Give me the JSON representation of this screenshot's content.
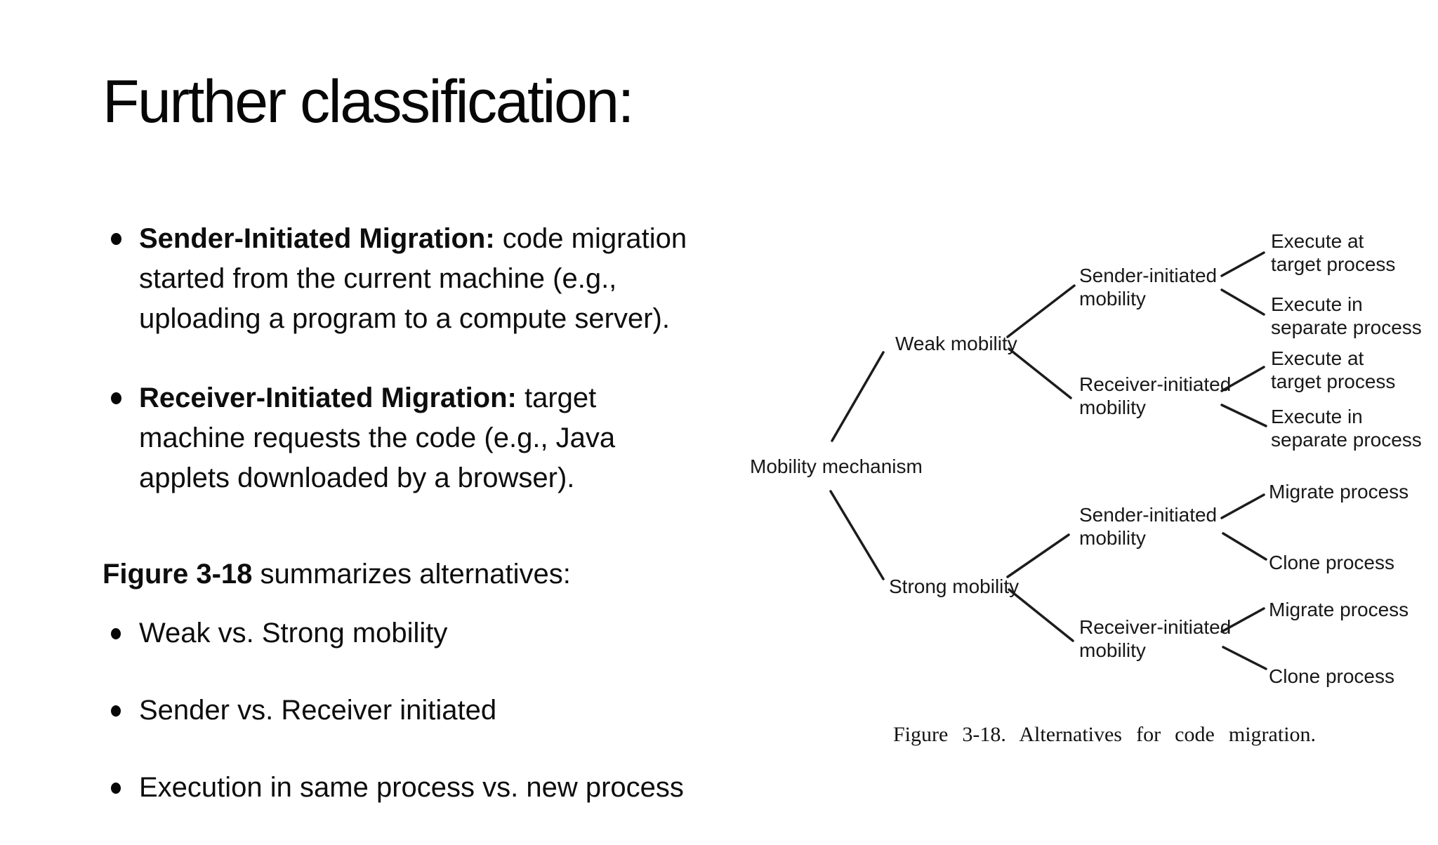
{
  "slide": {
    "title": "Further classification:",
    "bullets_main": [
      {
        "bold": "Sender-Initiated Migration:",
        "rest": " code migration\nstarted from the current machine (e.g.,\nuploading a program to a compute server)."
      },
      {
        "bold": "Receiver-Initiated Migration:",
        "rest": " target\nmachine requests the code (e.g., Java\napplets downloaded by a browser)."
      }
    ],
    "figure_intro": {
      "bold": "Figure 3-18",
      "rest": " summarizes alternatives:"
    },
    "bullets_summary": [
      "Weak vs. Strong mobility",
      "Sender vs. Receiver initiated",
      "Execution in same process vs. new process"
    ]
  },
  "diagram": {
    "labels": {
      "root": "Mobility mechanism",
      "weak": "Weak mobility",
      "strong": "Strong mobility",
      "weak_sender": "Sender-initiated\nmobility",
      "weak_receiver": "Receiver-initiated\nmobility",
      "strong_sender": "Sender-initiated\nmobility",
      "strong_receiver": "Receiver-initiated\nmobility",
      "weak_sender_opt1": "Execute at\ntarget process",
      "weak_sender_opt2": "Execute in\nseparate process",
      "weak_receiver_opt1": "Execute at\ntarget process",
      "weak_receiver_opt2": "Execute in\nseparate process",
      "strong_sender_opt1": "Migrate process",
      "strong_sender_opt2": "Clone process",
      "strong_receiver_opt1": "Migrate process",
      "strong_receiver_opt2": "Clone process"
    },
    "structure": {
      "root": "Mobility mechanism",
      "children": [
        {
          "label": "Weak mobility",
          "children": [
            {
              "label": "Sender-initiated mobility",
              "children": [
                "Execute at target process",
                "Execute in separate process"
              ]
            },
            {
              "label": "Receiver-initiated mobility",
              "children": [
                "Execute at target process",
                "Execute in separate process"
              ]
            }
          ]
        },
        {
          "label": "Strong mobility",
          "children": [
            {
              "label": "Sender-initiated mobility",
              "children": [
                "Migrate process",
                "Clone process"
              ]
            },
            {
              "label": "Receiver-initiated mobility",
              "children": [
                "Migrate process",
                "Clone process"
              ]
            }
          ]
        }
      ]
    },
    "edges": [
      [
        1185,
        628,
        1258,
        502
      ],
      [
        1183,
        700,
        1258,
        825
      ],
      [
        1435,
        480,
        1530,
        407
      ],
      [
        1437,
        497,
        1525,
        567
      ],
      [
        1740,
        393,
        1800,
        360
      ],
      [
        1740,
        413,
        1800,
        448
      ],
      [
        1740,
        557,
        1800,
        523
      ],
      [
        1740,
        577,
        1803,
        607
      ],
      [
        1435,
        822,
        1522,
        762
      ],
      [
        1437,
        840,
        1528,
        913
      ],
      [
        1740,
        738,
        1800,
        705
      ],
      [
        1742,
        760,
        1803,
        797
      ],
      [
        1740,
        900,
        1800,
        867
      ],
      [
        1742,
        922,
        1803,
        953
      ]
    ],
    "line_color": "#1c1c1c",
    "caption": "Figure 3-18.  Alternatives  for  code  migration."
  }
}
